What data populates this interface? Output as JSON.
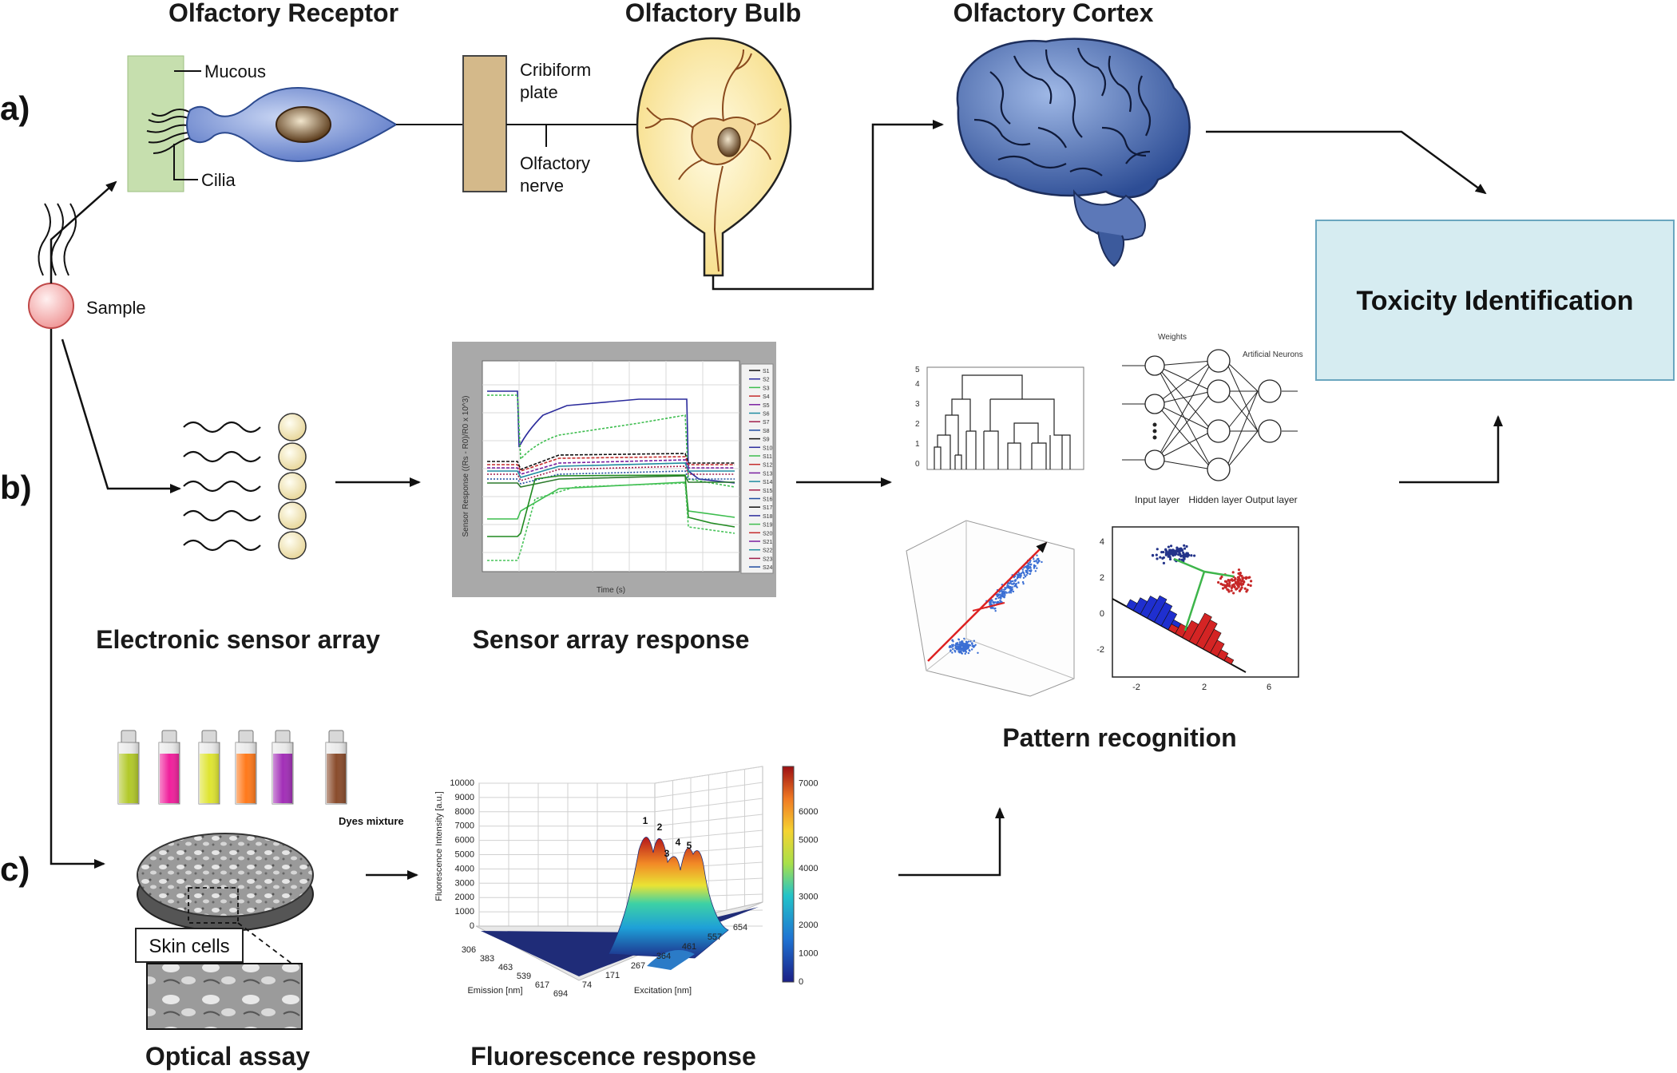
{
  "row_labels": {
    "a": "a)",
    "b": "b)",
    "c": "c)"
  },
  "titles": {
    "olfactory_receptor": "Olfactory Receptor",
    "olfactory_bulb": "Olfactory Bulb",
    "olfactory_cortex": "Olfactory Cortex",
    "toxicity": "Toxicity Identification",
    "electronic_sensor_array": "Electronic sensor array",
    "sensor_array_response": "Sensor array response",
    "pattern_recognition": "Pattern recognition",
    "optical_assay": "Optical assay",
    "fluorescence_response": "Fluorescence response"
  },
  "labels": {
    "mucous": "Mucous",
    "cilia": "Cilia",
    "sample": "Sample",
    "cribiform_1": "Cribiform",
    "cribiform_2": "plate",
    "nerve_1": "Olfactory",
    "nerve_2": "nerve",
    "dyes_mixture": "Dyes mixture",
    "skin_cells": "Skin cells"
  },
  "neural_net": {
    "weights": "Weights",
    "artificial_neurons": "Artificial Neurons",
    "input_layer": "Input layer",
    "hidden_layer": "Hidden layer",
    "output_layer": "Output layer"
  },
  "sensor_plot": {
    "xlabel": "Time (s)",
    "ylabel": "Sensor Response ((Rs - R0)/R0 x 10^3)",
    "legend": [
      "S1",
      "S2",
      "S3",
      "S4",
      "S5",
      "S6",
      "S7",
      "S8",
      "S9",
      "S10",
      "S11",
      "S12",
      "S13",
      "S14",
      "S15",
      "S16",
      "S17",
      "S18",
      "S19",
      "S20",
      "S21",
      "S22",
      "S23",
      "S24"
    ]
  },
  "fluor_plot": {
    "zlabel": "Fluorescence Intensity [a.u.]",
    "xlabel": "Emission [nm]",
    "ylabel": "Excitation [nm]",
    "z_ticks": [
      "0",
      "1000",
      "2000",
      "3000",
      "4000",
      "5000",
      "6000",
      "7000",
      "8000",
      "9000",
      "10000"
    ],
    "emission_ticks": [
      "306",
      "383",
      "463",
      "539",
      "617",
      "694"
    ],
    "excitation_ticks": [
      "74",
      "171",
      "267",
      "364",
      "461",
      "557",
      "654"
    ],
    "colorbar_ticks": [
      "0",
      "1000",
      "2000",
      "3000",
      "4000",
      "5000",
      "6000",
      "7000"
    ],
    "peak_labels": [
      "1",
      "2",
      "3",
      "4",
      "5"
    ]
  },
  "scatter2d": {
    "y_ticks": [
      "4",
      "2",
      "0",
      "-2"
    ],
    "x_ticks": [
      "-2",
      "2",
      "6"
    ]
  },
  "dendrogram": {
    "y_ticks": [
      "0",
      "1",
      "2",
      "3",
      "4",
      "5"
    ]
  },
  "colors": {
    "mucous": "#c6dfae",
    "cell_body": "#8fa6dc",
    "bulb_fill": "#fdf2c4",
    "cribiform": "#d4b98a",
    "brain": "#4f6fb4",
    "toxicity_box": "#d6ecf1",
    "sample": "#f7c4c4"
  },
  "vials": [
    "#b2c92a",
    "#f0209c",
    "#dfe532",
    "#ff7a1c",
    "#a22fb7",
    "#8a4c2c"
  ]
}
